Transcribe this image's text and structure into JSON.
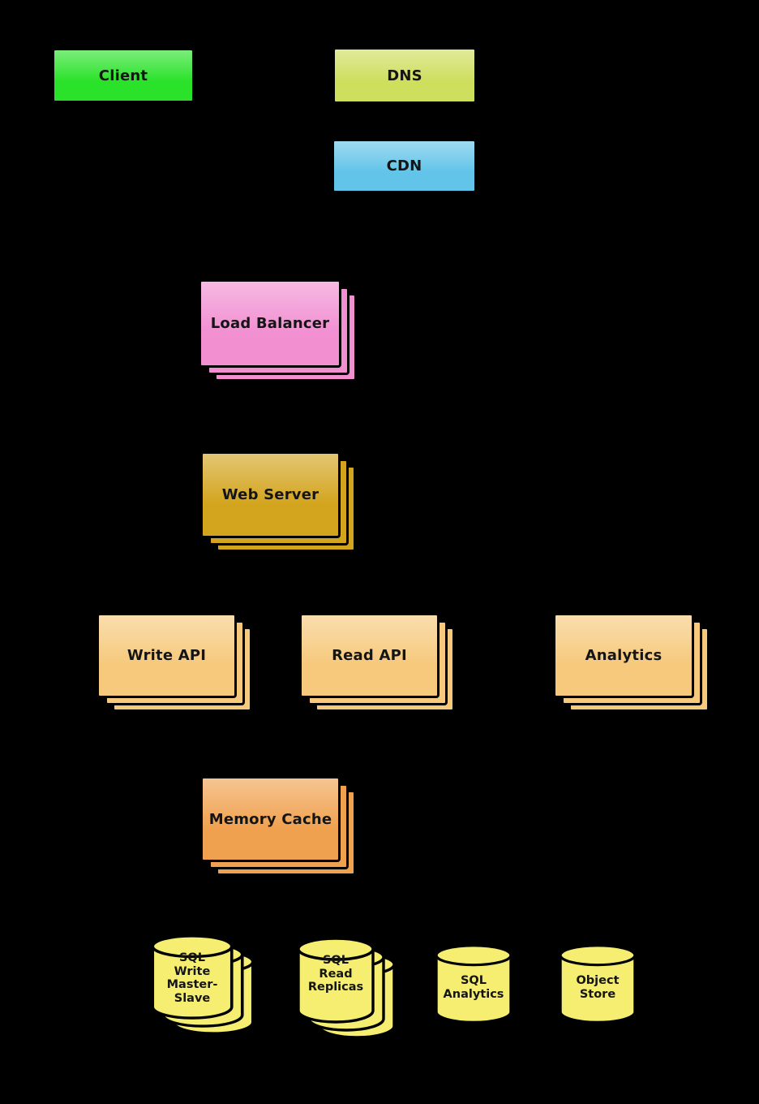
{
  "canvas": {
    "background": "#000000"
  },
  "nodes": {
    "client": {
      "label": "Client",
      "color": "#2ae22a"
    },
    "dns": {
      "label": "DNS",
      "color": "#cede5d"
    },
    "cdn": {
      "label": "CDN",
      "color": "#63c4e9"
    },
    "load_balancer": {
      "label": "Load Balancer",
      "color": "#f18fd1"
    },
    "web_server": {
      "label": "Web Server",
      "color": "#d3a41d"
    },
    "write_api": {
      "label": "Write API",
      "color": "#f6c97c"
    },
    "read_api": {
      "label": "Read API",
      "color": "#f6c97c"
    },
    "analytics": {
      "label": "Analytics",
      "color": "#f6c97c"
    },
    "memory_cache": {
      "label": "Memory Cache",
      "color": "#f0a14f"
    },
    "sql_write_master_slave": {
      "label": "SQL\nWrite\nMaster-\nSlave",
      "color": "#f5ee70"
    },
    "sql_read_replicas": {
      "label": "SQL\nRead\nReplicas",
      "color": "#f5ee70"
    },
    "sql_analytics": {
      "label": "SQL\nAnalytics",
      "color": "#f5ee70"
    },
    "object_store": {
      "label": "Object\nStore",
      "color": "#f5ee70"
    }
  }
}
